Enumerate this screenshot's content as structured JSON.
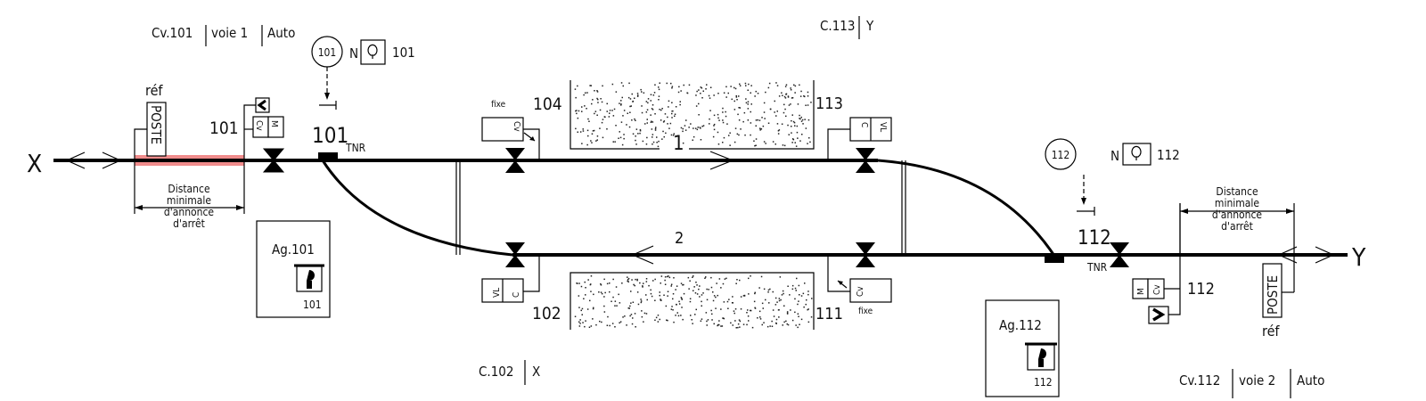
{
  "title_labels": {
    "cv101": {
      "name": "Cv.101",
      "track": "voie 1",
      "mode": "Auto"
    },
    "cv112": {
      "name": "Cv.112",
      "track": "voie 2",
      "mode": "Auto"
    },
    "c113": {
      "name": "C.113",
      "dest": "Y"
    },
    "c102": {
      "name": "C.102",
      "dest": "X"
    }
  },
  "ends": {
    "left": "X",
    "right": "Y"
  },
  "postes": [
    {
      "label": "POSTE",
      "ref": "réf"
    },
    {
      "label": "POSTE",
      "ref": "réf"
    }
  ],
  "distance_label": [
    "Distance",
    "minimale",
    "d'annonce",
    "d'arrêt"
  ],
  "signals": {
    "s101": {
      "number": "101",
      "left": "Cv",
      "right": "M"
    },
    "s112": {
      "number": "112",
      "left": "M",
      "right": "Cv"
    },
    "s104": {
      "number": "104",
      "panel": "Cv",
      "note": "fixe"
    },
    "s102": {
      "number": "102",
      "panel_top": "VL",
      "panel_bottom": "C"
    },
    "s113": {
      "number": "113",
      "panel_top": "C",
      "panel_bottom": "VL"
    },
    "s111": {
      "number": "111",
      "panel": "Cv",
      "note": "fixe"
    }
  },
  "switches": {
    "sw101": {
      "number": "101",
      "type": "TNR",
      "circle": "101",
      "n": "N",
      "key": "101"
    },
    "sw112": {
      "number": "112",
      "type": "TNR",
      "circle": "112",
      "n": "N",
      "key": "112"
    }
  },
  "agents": {
    "ag101": {
      "label": "Ag.101",
      "key": "101"
    },
    "ag112": {
      "label": "Ag.112",
      "key": "112"
    }
  },
  "tracks": {
    "track1": "1",
    "track2": "2"
  },
  "colors": {
    "occupied_zone": "#f08c8c",
    "track": "#000000"
  }
}
